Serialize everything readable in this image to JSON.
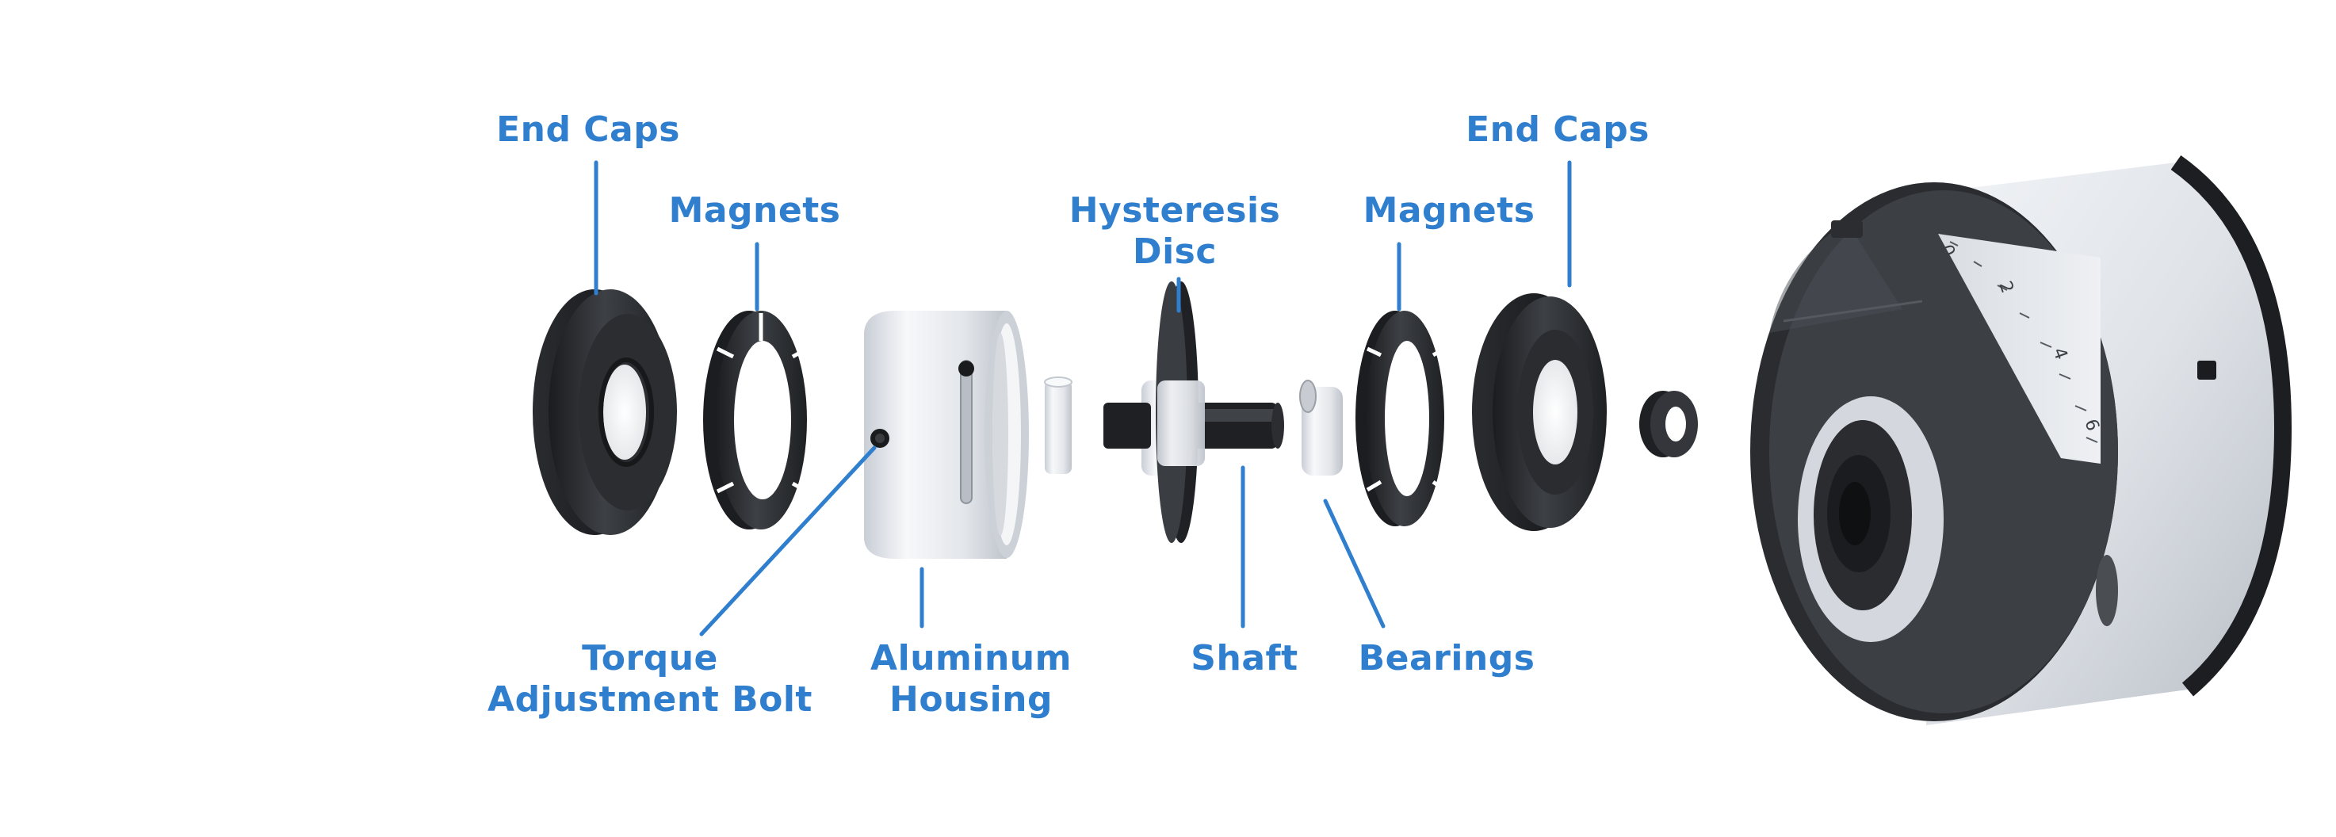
{
  "labels": {
    "end_caps_left": "End Caps",
    "magnets_left": "Magnets",
    "hysteresis_disc": "Hysteresis\nDisc",
    "magnets_right": "Magnets",
    "end_caps_right": "End Caps",
    "torque_adjustment_bolt": "Torque\nAdjustment Bolt",
    "aluminum_housing": "Aluminum\nHousing",
    "shaft": "Shaft",
    "bearings": "Bearings"
  },
  "dial_scale": [
    "0",
    "2",
    "4",
    "6"
  ],
  "colors": {
    "label_blue": "#2f7fce",
    "part_black": "#26282b",
    "housing_silver": "#e6e9ee"
  }
}
